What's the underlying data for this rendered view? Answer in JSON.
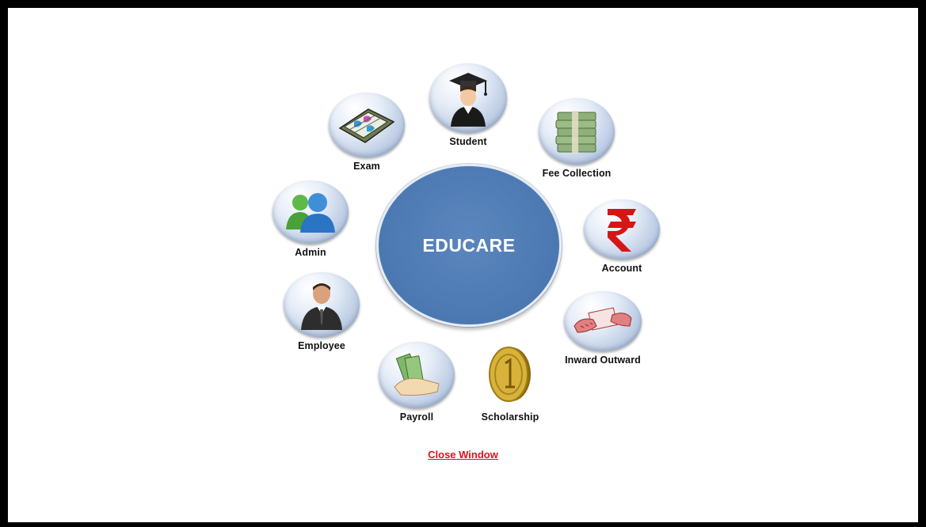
{
  "center": {
    "title": "EDUCARE"
  },
  "modules": [
    {
      "key": "student",
      "label": "Student",
      "icon": "graduate-student-icon"
    },
    {
      "key": "exam",
      "label": "Exam",
      "icon": "exam-paper-icon"
    },
    {
      "key": "fee",
      "label": "Fee Collection",
      "icon": "money-stack-icon"
    },
    {
      "key": "admin",
      "label": "Admin",
      "icon": "users-group-icon"
    },
    {
      "key": "account",
      "label": "Account",
      "icon": "rupee-icon"
    },
    {
      "key": "employee",
      "label": "Employee",
      "icon": "businessman-icon"
    },
    {
      "key": "inward",
      "label": "Inward Outward",
      "icon": "handover-document-icon"
    },
    {
      "key": "payroll",
      "label": "Payroll",
      "icon": "cash-in-hand-icon"
    },
    {
      "key": "scholarship",
      "label": "Scholarship",
      "icon": "gold-coin-icon"
    }
  ],
  "footer": {
    "close_label": "Close Window"
  },
  "colors": {
    "accent": "#4c78b2",
    "link": "#e0101a",
    "border": "#000000"
  }
}
